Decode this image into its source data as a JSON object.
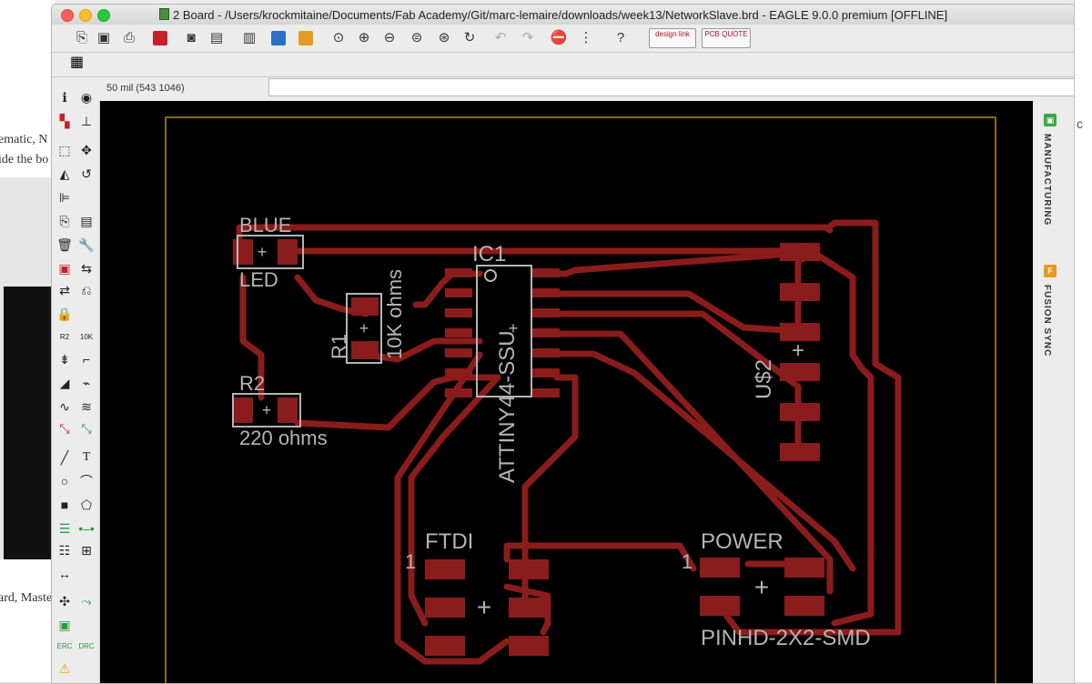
{
  "window": {
    "title": "2 Board - /Users/krockmitaine/Documents/Fab Academy/Git/marc-lemaire/downloads/week13/NetworkSlave.brd - EAGLE 9.0.0 premium [OFFLINE]"
  },
  "background": {
    "text_1": "ematic, N",
    "text_2": "ide the bo",
    "text_3": "ard, Maste"
  },
  "coord_bar": {
    "coordinate": "50 mil (543 1046)",
    "command_value": ""
  },
  "right_panel": {
    "manufacturing_label": "MANUFACTURING",
    "fusion_sync_label": "FUSION SYNC"
  },
  "toolbar": {
    "design_link": "design link",
    "pcb_quote": "PCB QUOTE"
  },
  "board": {
    "labels": {
      "blue": "BLUE",
      "led": "LED",
      "r1": "R1",
      "r1_value": "10K ohms",
      "r2": "R2",
      "r2_value": "220 ohms",
      "ic1": "IC1",
      "ic1_value": "ATTINY44-SSU",
      "u2": "U$2",
      "ftdi": "FTDI",
      "ftdi_pin1": "1",
      "power": "POWER",
      "power_pin1": "1",
      "pinhd": "PINHD-2X2-SMD"
    },
    "colors": {
      "trace": "#8b1c1c",
      "silkscreen": "#b4b4b4",
      "outline": "#b88a1a",
      "background": "#000000"
    }
  },
  "icons": {
    "toolbar": [
      "open-icon",
      "save-icon",
      "print-icon",
      "schematic-icon",
      "cam-icon",
      "layers-icon",
      "library-icon",
      "script-icon",
      "ulp-icon",
      "zoom-fit-icon",
      "zoom-in-icon",
      "zoom-out-icon",
      "zoom-select-icon",
      "zoom-area-icon",
      "redraw-icon",
      "undo-icon",
      "redo-icon",
      "stop-icon",
      "go-icon",
      "help-icon"
    ],
    "palette": [
      "info-icon",
      "show-icon",
      "display-icon",
      "mark-icon",
      "select-icon",
      "move-icon",
      "mirror-icon",
      "rotate-icon",
      "align-icon",
      "copy-icon",
      "paste-icon",
      "delete-icon",
      "wrench-icon",
      "add-icon",
      "replace-icon",
      "swap-icon",
      "lock-icon",
      "name-icon",
      "value-icon",
      "smash-icon",
      "miter-icon",
      "split-icon",
      "optimize-icon",
      "meander-icon",
      "route-icon",
      "ripup-icon",
      "line-icon",
      "text-icon",
      "circle-icon",
      "arc-icon",
      "rect-icon",
      "polygon-icon",
      "via-icon",
      "signal-icon",
      "hole-icon",
      "attribute-icon",
      "dimension-icon",
      "ratsnest-icon",
      "autorouter-icon",
      "erc-icon",
      "drc-icon",
      "errors-icon"
    ]
  }
}
